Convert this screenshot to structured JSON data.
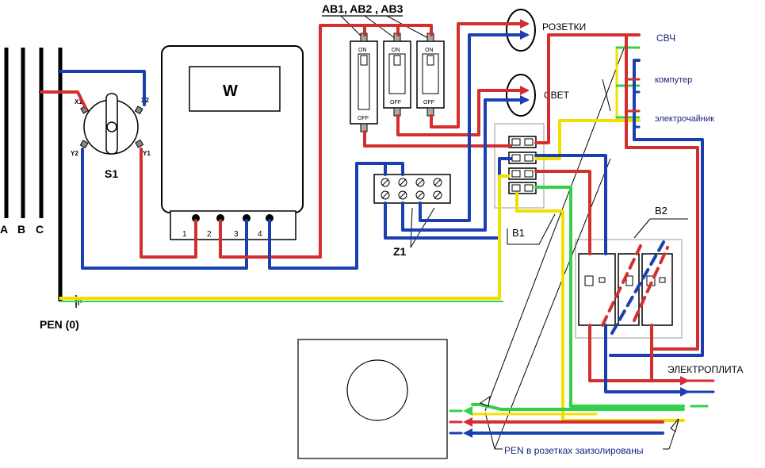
{
  "labels": {
    "phase_a": "A",
    "phase_b": "B",
    "phase_c": "C",
    "pen": "PEN (0)",
    "switch_s1": "S1",
    "x1": "X1",
    "x2": "X2",
    "y1": "Y1",
    "y2": "Y2",
    "meter_w": "W",
    "meter_terminals": [
      "1",
      "2",
      "3",
      "4"
    ],
    "breakers_ab": "AB1, AB2 , AB3",
    "ab_on": "ON",
    "ab_off": "OFF",
    "sockets": "РОЗЕТКИ",
    "light": "СВЕТ",
    "z1": "Z1",
    "b1": "B1",
    "b2": "B2",
    "svch": "СВЧ",
    "computer": "компутер",
    "kettle": "электрочайник",
    "stove": "ЭЛЕКТРОПЛИТА",
    "pen_note": "PEN в розетках заизолированы"
  },
  "colors": {
    "phase": "#d32f2f",
    "neutral": "#1a3fb0",
    "ground_green": "#33d04a",
    "ground_yellow": "#f0e000",
    "line": "#000000"
  }
}
